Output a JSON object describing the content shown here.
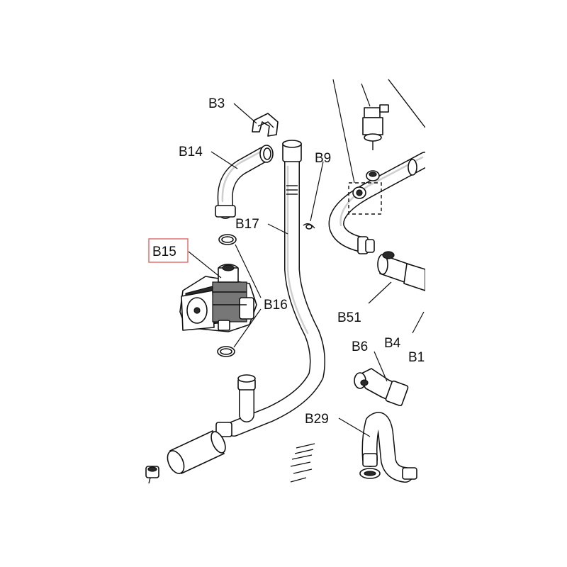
{
  "diagram": {
    "highlighted_part": "B15",
    "labels": {
      "b3": "B3",
      "b14": "B14",
      "b9": "B9",
      "b17": "B17",
      "b15": "B15",
      "b16": "B16",
      "b51": "B51",
      "b4": "B4",
      "b6": "B6",
      "b1": "B1",
      "b29": "B29"
    },
    "colors": {
      "highlight_box": "#e06666",
      "line": "#111111",
      "background": "#ffffff"
    }
  }
}
